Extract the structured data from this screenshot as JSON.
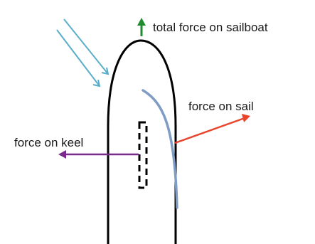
{
  "labels": {
    "total_force": "total force on sailboat",
    "force_on_sail": "force on sail",
    "force_on_keel": "force on keel"
  },
  "colors": {
    "total_force_arrow": "#1f8a2e",
    "sail_force_arrow": "#e8452c",
    "keel_force_arrow": "#7a2a8c",
    "wind_arrows": "#5aaec9",
    "sail": "#7f9cc4",
    "hull": "#000000",
    "keel": "#000000"
  }
}
